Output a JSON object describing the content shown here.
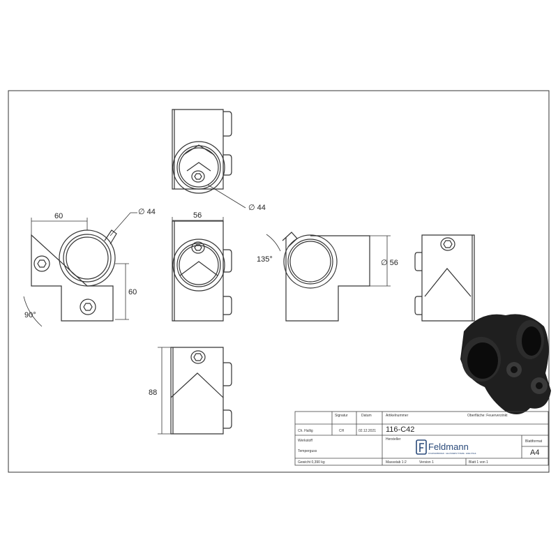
{
  "dimensions": {
    "front_width": "60",
    "front_height": "60",
    "front_angle": "90°",
    "front_diameter": "∅ 44",
    "top_diameter": "∅ 44",
    "side_width": "56",
    "side2_angle": "135°",
    "side2_diameter": "∅ 56",
    "bottom_height": "88"
  },
  "title_block": {
    "col_signatur": "Signatur",
    "col_datum": "Datum",
    "col_artikelnummer": "Artikelnummer",
    "oberflaeche": "Oberfläche: Feuerverzinkt",
    "name": "Ch. Hallig",
    "signatur": "CH",
    "datum": "02.12.2021",
    "artikelnummer": "116-C42",
    "hersteller_label": "Hersteller",
    "werkstoff_label": "Werkstoff",
    "werkstoff_value": "Temperguss",
    "gewicht": "Gewicht 0,390 kg",
    "massstab": "Massstab 1:2",
    "version": "Version 1",
    "blatt": "Blatt 1 von 1",
    "blattformat_label": "Blattformat",
    "blattformat_value": "A4"
  },
  "logo": {
    "brand": "Feldmann",
    "tagline": "ROHRVERBINDER · GELÄNDERSYSTEME · EDELSTAHL"
  }
}
